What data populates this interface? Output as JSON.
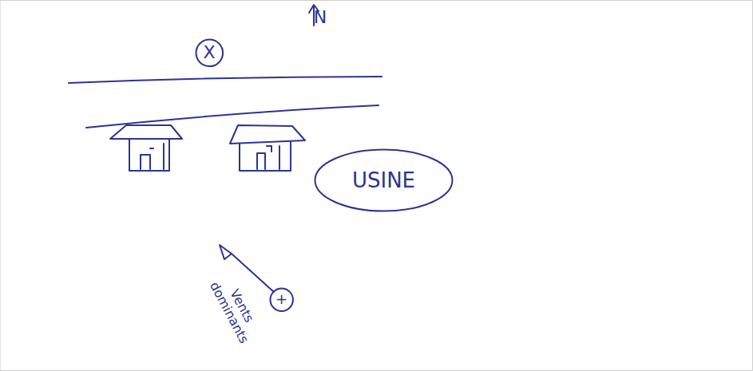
{
  "diagram": {
    "nodes": [
      {
        "text": [
          "X"
        ]
      },
      {
        "text": [
          "USINE"
        ]
      },
      {
        "text": [
          "+"
        ]
      }
    ],
    "labels": [
      "N",
      "Vents dominants"
    ]
  }
}
